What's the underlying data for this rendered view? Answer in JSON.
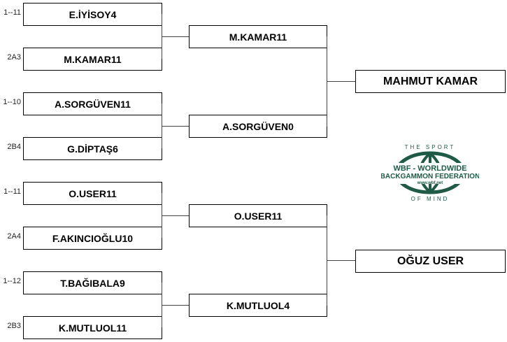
{
  "round1": [
    {
      "seed": "1--11",
      "name": "E.İYİSOY",
      "score": "4"
    },
    {
      "seed": "2A3",
      "name": "M.KAMAR",
      "score": "11"
    },
    {
      "seed": "1--10",
      "name": "A.SORGÜVEN",
      "score": "11"
    },
    {
      "seed": "2B4",
      "name": "G.DİPTAŞ",
      "score": "6"
    },
    {
      "seed": "1--11",
      "name": "O.USER",
      "score": "11"
    },
    {
      "seed": "2A4",
      "name": "F.AKINCIOĞLU",
      "score": "10"
    },
    {
      "seed": "1--12",
      "name": "T.BAĞIBALA",
      "score": "9"
    },
    {
      "seed": "2B3",
      "name": "K.MUTLUOL",
      "score": "11"
    }
  ],
  "round2": [
    {
      "name": "M.KAMAR",
      "score": "11"
    },
    {
      "name": "A.SORGÜVEN",
      "score": "0"
    },
    {
      "name": "O.USER",
      "score": "11"
    },
    {
      "name": "K.MUTLUOL",
      "score": "4"
    }
  ],
  "finals": [
    "MAHMUT KAMAR",
    "OĞUZ USER"
  ],
  "logo": {
    "top": "THE SPORT",
    "line1": "WBF - WORLDWIDE",
    "line2": "BACKGAMMON FEDERATION",
    "url": "www.wbf.net",
    "bottom": "OF MIND",
    "color": "#1e5a45"
  }
}
